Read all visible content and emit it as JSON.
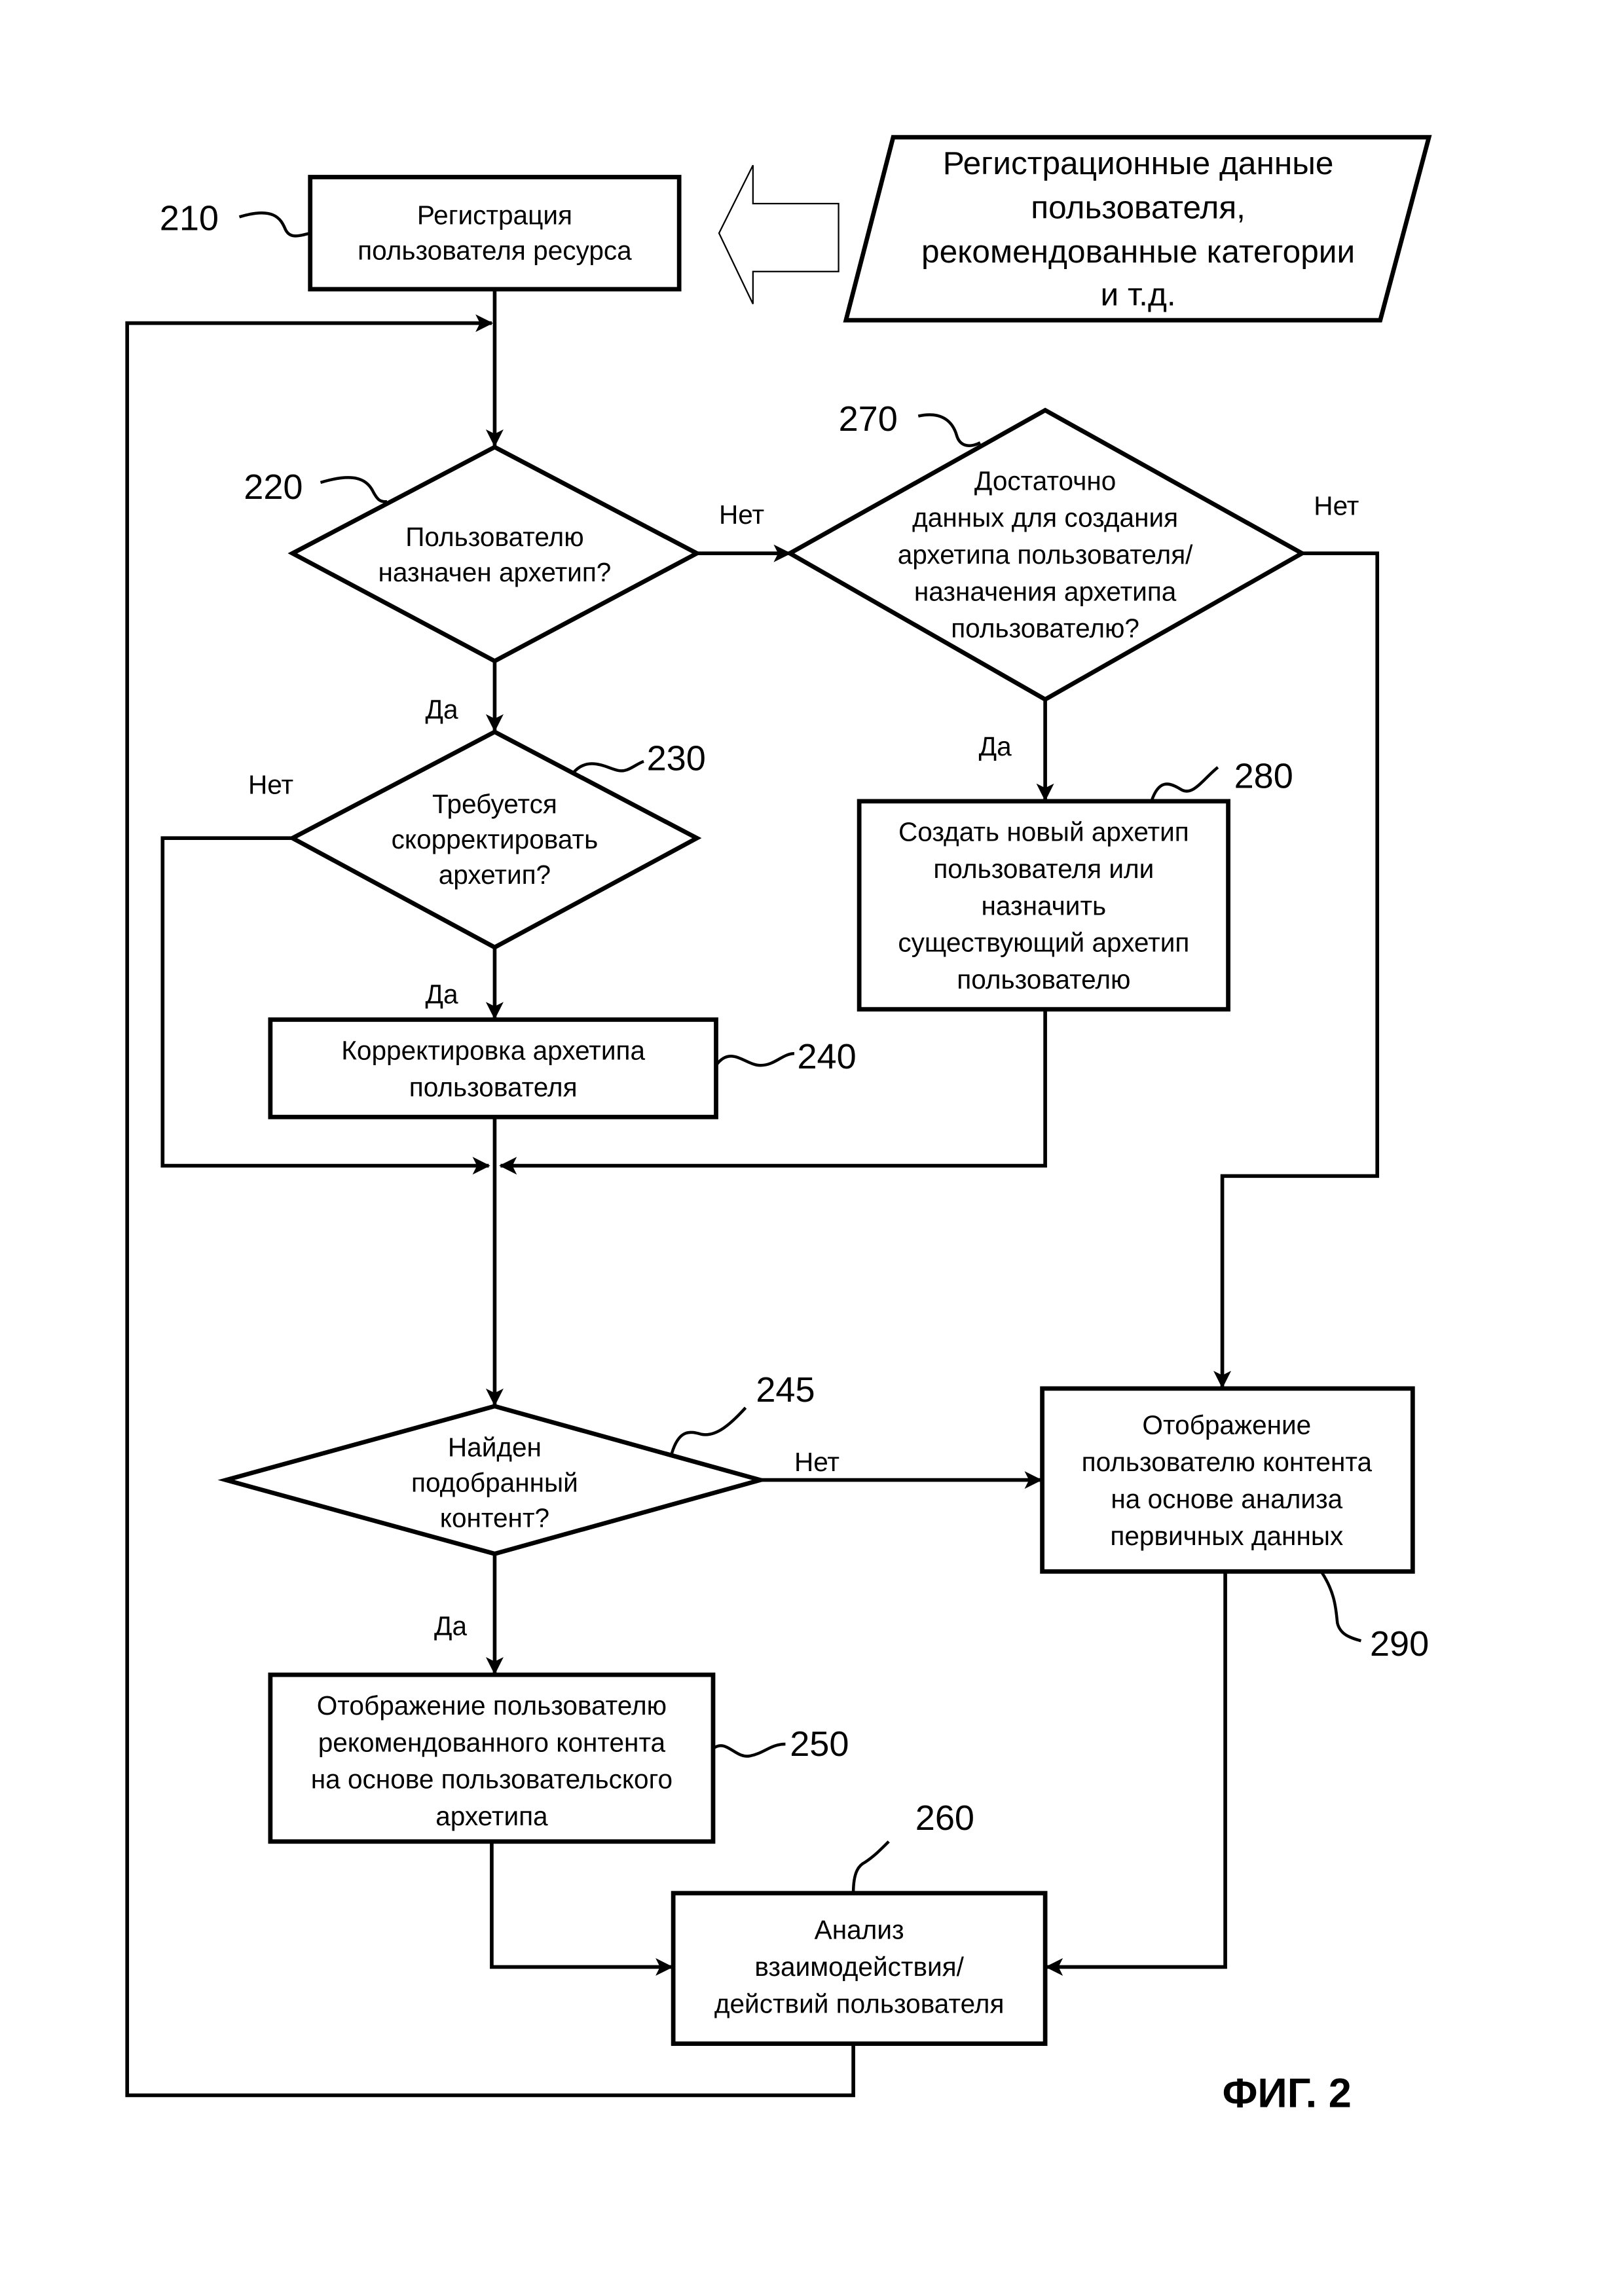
{
  "figure_label": "ФИГ. 2",
  "input_data": [
    "Регистрационные данные",
    "пользователя,",
    "рекомендованные категории",
    "и т.д."
  ],
  "nodes": {
    "n210": {
      "ref": "210",
      "lines": [
        "Регистрация",
        "пользователя ресурса"
      ]
    },
    "n220": {
      "ref": "220",
      "lines": [
        "Пользователю",
        "назначен архетип?"
      ]
    },
    "n230": {
      "ref": "230",
      "lines": [
        "Требуется",
        "скорректировать",
        "архетип?"
      ]
    },
    "n240": {
      "ref": "240",
      "lines": [
        "Корректировка архетипа",
        "пользователя"
      ]
    },
    "n245": {
      "ref": "245",
      "lines": [
        "Найден",
        "подобранный",
        "контент?"
      ]
    },
    "n250": {
      "ref": "250",
      "lines": [
        "Отображение пользователю",
        "рекомендованного контента",
        "на основе пользовательского",
        "архетипа"
      ]
    },
    "n260": {
      "ref": "260",
      "lines": [
        "Анализ",
        "взаимодействия/",
        "действий пользователя"
      ]
    },
    "n270": {
      "ref": "270",
      "lines": [
        "Достаточно",
        "данных для создания",
        "архетипа пользователя/",
        "назначения архетипа",
        "пользователю?"
      ]
    },
    "n280": {
      "ref": "280",
      "lines": [
        "Создать новый архетип",
        "пользователя или",
        "назначить",
        "существующий архетип",
        "пользователю"
      ]
    },
    "n290": {
      "ref": "290",
      "lines": [
        "Отображение",
        "пользователю контента",
        "на основе анализа",
        "первичных данных"
      ]
    }
  },
  "edge_labels": {
    "e220_no": "Нет",
    "e220_yes": "Да",
    "e230_no": "Нет",
    "e230_yes": "Да",
    "e270_no": "Нет",
    "e270_yes": "Да",
    "e245_no": "Нет",
    "e245_yes": "Да"
  }
}
